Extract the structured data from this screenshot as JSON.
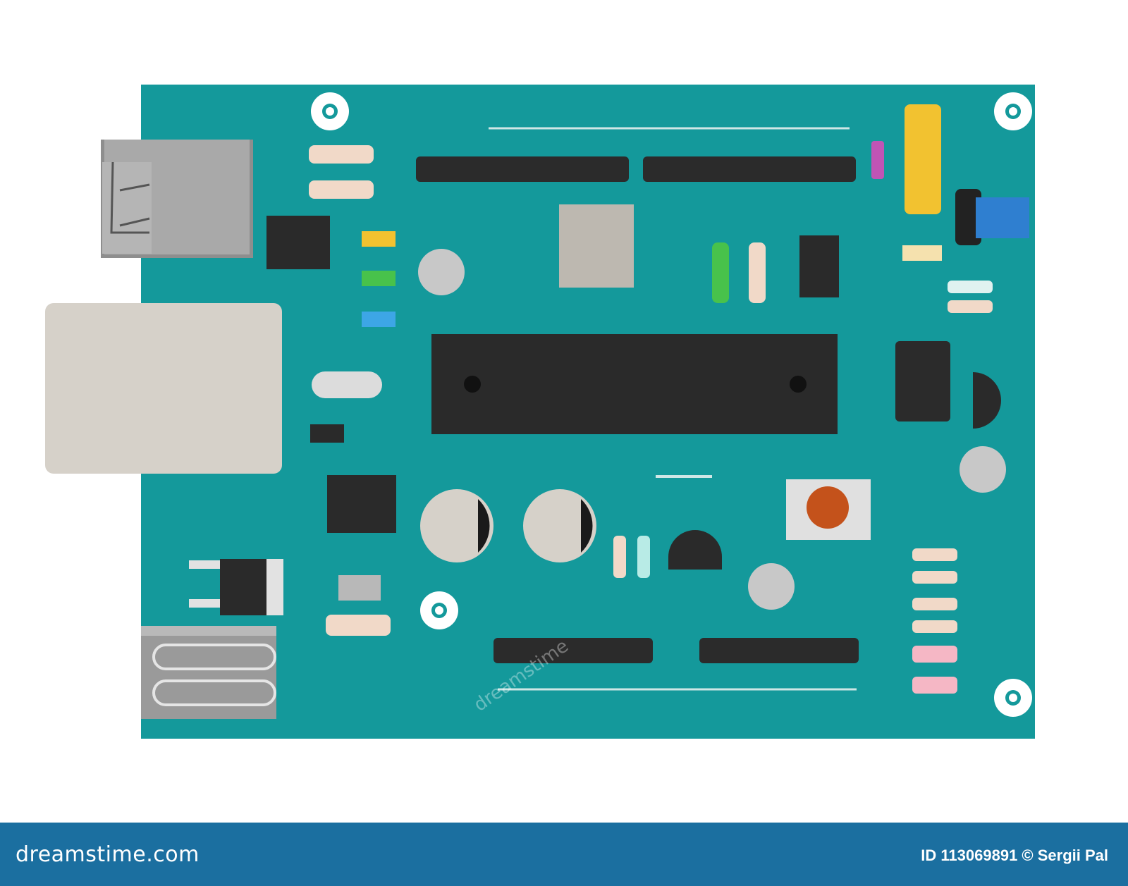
{
  "footer": {
    "logo_text": "dreamstime.com",
    "credit_text": "ID 113069891 © Sergii Pal"
  },
  "watermark": {
    "text": "dreamstime"
  },
  "colors": {
    "background": "#ffffff",
    "pcb": "#14999b",
    "pcb_trace": "#cfe7e6",
    "chip_black": "#2a2a2a",
    "header_black": "#2b2b2b",
    "usb_silver": "#9b9b9b",
    "ethernet_beige": "#d6d1c9",
    "pin_yellow": "#f2c230",
    "pot_blue": "#2f7fd0",
    "reset_orange": "#c4521b",
    "footer_blue": "#1b6fa0"
  },
  "icons": {
    "usb_connector": "usb-connector-icon",
    "ethernet_jack": "ethernet-jack-icon",
    "power_jack": "power-jack-icon",
    "microcontroller": "dip-chip-icon",
    "resistor": "resistor-icon",
    "capacitor": "capacitor-icon",
    "crystal": "crystal-icon",
    "reset_button": "reset-button-icon",
    "potentiometer": "potentiometer-icon",
    "mounting_hole": "mounting-hole-icon",
    "watermark_logo": "dreamstime-spiral-icon"
  }
}
